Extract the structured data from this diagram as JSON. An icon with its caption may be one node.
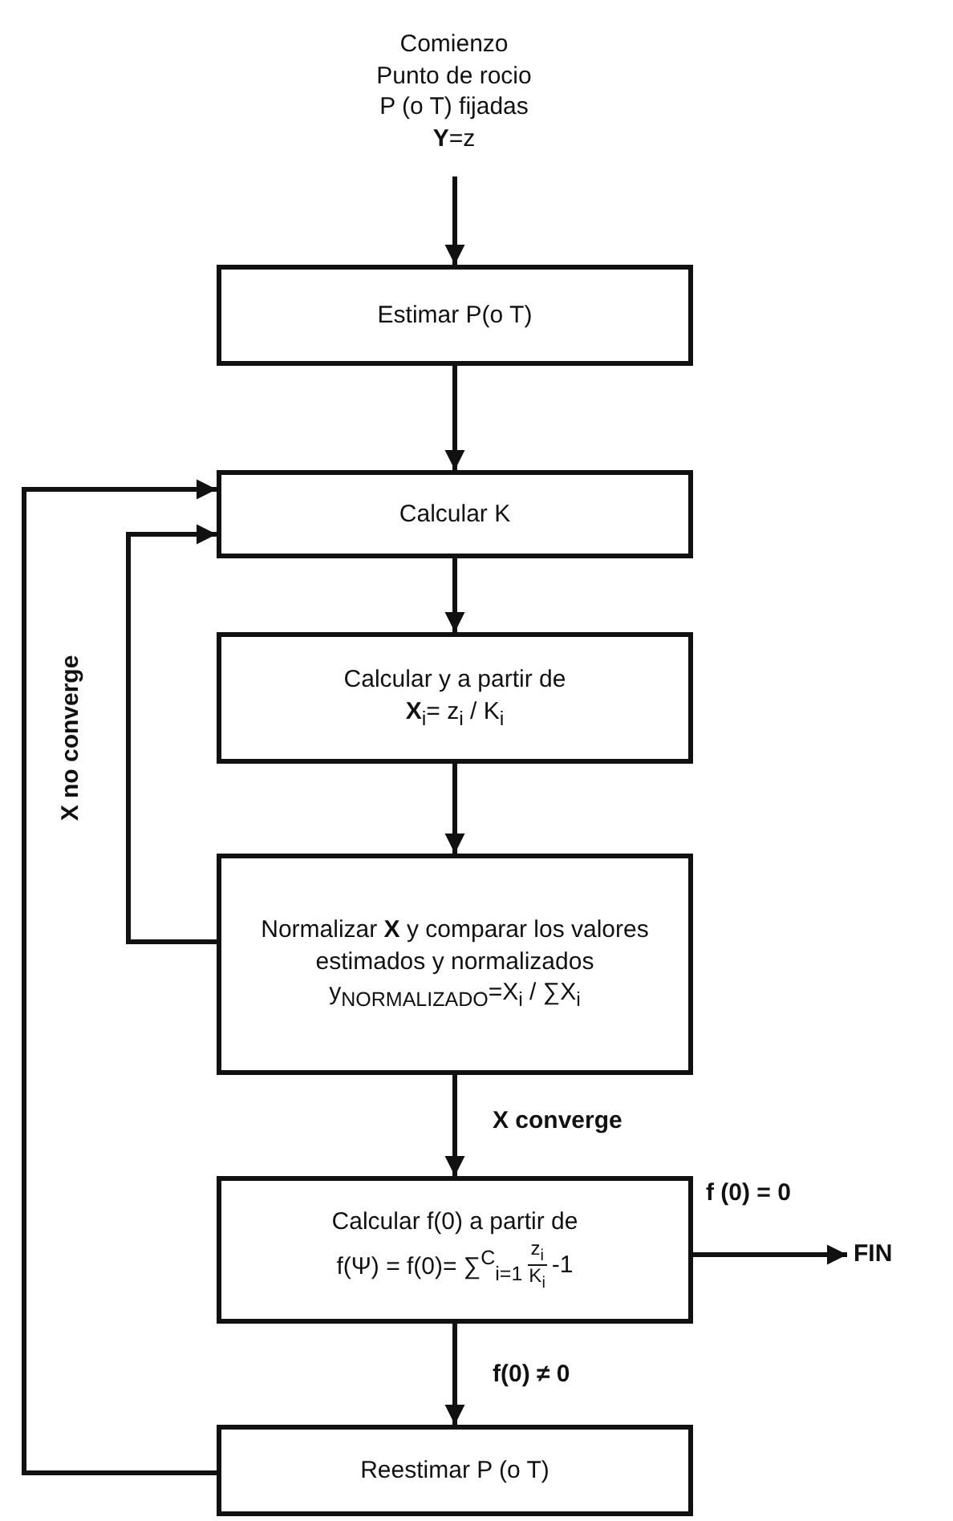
{
  "diagram": {
    "nodes": [
      {
        "text": [
          "Comienzo",
          "Punto de rocio",
          "P (o T) fijadas",
          "**Y**=z"
        ]
      },
      {
        "text": [
          "Estimar P(o T)"
        ]
      },
      {
        "text": [
          "Calcular K"
        ]
      },
      {
        "text": [
          "Calcular y a partir de",
          "**X**$_{i}$= z$_{i}$ / K$_{i}$"
        ]
      },
      {
        "text": [
          "Normalizar **X** y comparar los valores estimados y normalizados",
          "y$_{NORMALIZADO}$=X$_{i}$ / ∑X$_{i}$"
        ]
      },
      {
        "text": [
          "Calcular f(0) a partir de",
          "f(Ψ) = f(0)= ∑$^{C}$$_{i=1}$",
          "z$_{i}$",
          "K$_{i}$",
          "-1"
        ]
      },
      {
        "text": [
          "Reestimar P (o T)"
        ]
      },
      {
        "text": [
          "FIN"
        ]
      }
    ],
    "edges": [
      {
        "from": 0,
        "to": 1,
        "arrow": "to"
      },
      {
        "from": 1,
        "to": 2,
        "arrow": "to"
      },
      {
        "from": 2,
        "to": 3,
        "arrow": "to"
      },
      {
        "from": 3,
        "to": 4,
        "arrow": "to"
      },
      {
        "from": 4,
        "to": 2,
        "arrow": "to",
        "label": "X no converge"
      },
      {
        "from": 4,
        "to": 5,
        "arrow": "to",
        "label": "X converge"
      },
      {
        "from": 5,
        "to": 7,
        "arrow": "to",
        "label": "f (0) = 0"
      },
      {
        "from": 5,
        "to": 6,
        "arrow": "to",
        "label": "f(0) ≠ 0"
      },
      {
        "from": 6,
        "to": 2,
        "arrow": "to"
      }
    ]
  }
}
